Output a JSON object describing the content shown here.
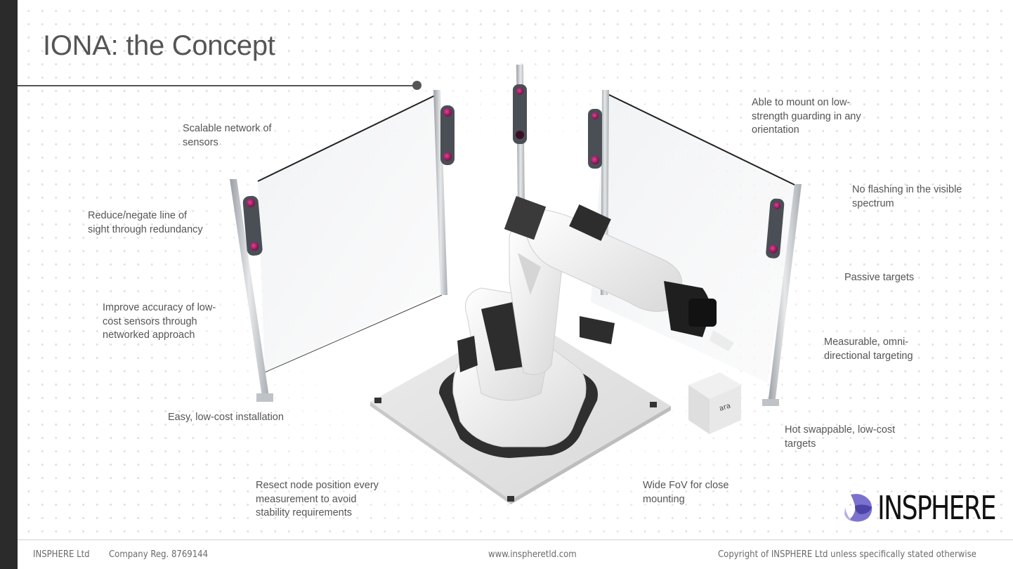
{
  "slide": {
    "title": "IONA: the Concept",
    "labels": [
      {
        "id": "scalable-network",
        "text": "Scalable network of\nsensors"
      },
      {
        "id": "line-of-sight",
        "text": "Reduce/negate line of\nsight through redundancy"
      },
      {
        "id": "accuracy",
        "text": "Improve accuracy of low-\ncost sensors through\nnetworked approach"
      },
      {
        "id": "installation",
        "text": "Easy, low-cost installation"
      },
      {
        "id": "resect",
        "text": "Resect node position every\nmeasurement to avoid\nstability requirements"
      },
      {
        "id": "mounting",
        "text": "Able to mount on low-\nstrength guarding in any\norientation"
      },
      {
        "id": "no-flashing",
        "text": "No flashing in the visible\nspectrum"
      },
      {
        "id": "passive-targets",
        "text": "Passive targets"
      },
      {
        "id": "omni-targeting",
        "text": "Measurable, omni-\ndirectional targeting"
      },
      {
        "id": "hot-swappable",
        "text": "Hot swappable, low-cost\ntargets"
      },
      {
        "id": "wide-fov",
        "text": "Wide FoV for close\nmounting"
      }
    ],
    "illustration": {
      "description": "Industrial robot arm on base plate inside glass guarding with networked sensors",
      "box_label": "ara",
      "sensor_accent": "#a0185a"
    },
    "logo": {
      "text": "INSPHERE",
      "accent": "#6e63c4"
    }
  },
  "footer": {
    "company": "INSPHERE Ltd",
    "reg": "Company Reg.  8769144",
    "website": "www.inspheretld.com",
    "copyright": "Copyright of INSPHERE Ltd unless specifically stated otherwise"
  },
  "colors": {
    "text": "#555555",
    "background": "#ffffff",
    "frame": "#2b2b2b"
  }
}
